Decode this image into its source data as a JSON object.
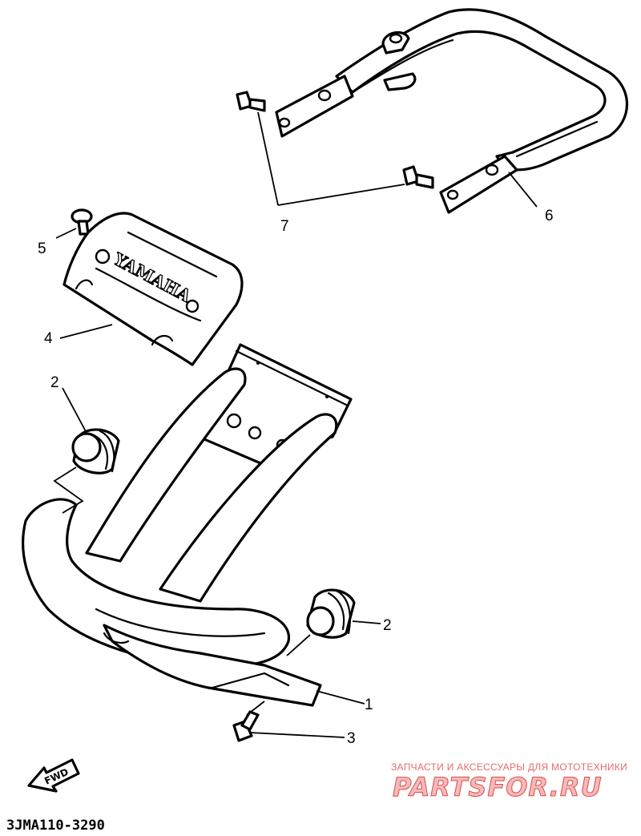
{
  "callouts": {
    "p1": "1",
    "p2a": "2",
    "p2b": "2",
    "p3": "3",
    "p4": "4",
    "p5": "5",
    "p6": "6",
    "p7": "7"
  },
  "cover_brand": "YAMAHA",
  "fwd_label": "FWD",
  "drawing_code": "3JMA110-3290",
  "watermark": {
    "tagline": "ЗАПЧАСТИ И АКСЕССУАРЫ ДЛЯ МОТОТЕХНИКИ",
    "logo": "PARTSFOR.RU"
  }
}
